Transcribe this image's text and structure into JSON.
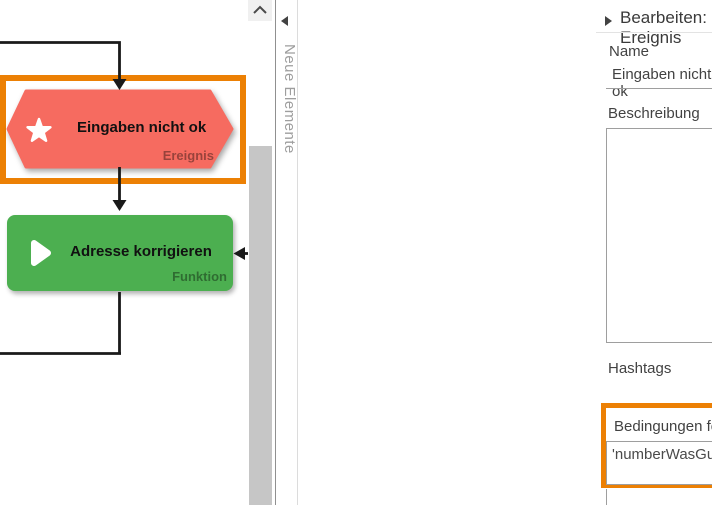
{
  "canvas": {
    "highlight_color": "#EC8004",
    "nodes": [
      {
        "label": "Eingaben nicht ok",
        "type_tag": "Ereignis",
        "shape": "hexagon",
        "fill": "#F66B60",
        "icon": "star-icon",
        "highlighted": true
      },
      {
        "label": "Adresse korrigieren",
        "type_tag": "Funktion",
        "shape": "rounded-rect",
        "fill": "#4CAF50",
        "icon": "play-icon",
        "highlighted": false
      }
    ]
  },
  "palette": {
    "tab_label": "Neue Elemente"
  },
  "panel": {
    "title": "Bearbeiten: Ereignis",
    "name_field": {
      "label": "Name",
      "value": "Eingaben nicht ok"
    },
    "description_field": {
      "label": "Beschreibung",
      "value": ""
    },
    "hashtags_field": {
      "label": "Hashtags"
    },
    "condition_field": {
      "label": "Bedingungen festlegen",
      "value": "'numberWasGuessed' === 'yes'",
      "highlighted": true
    }
  }
}
